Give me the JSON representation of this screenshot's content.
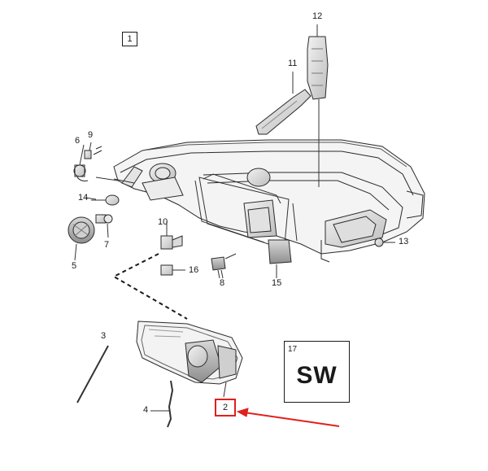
{
  "diagram": {
    "group_label": "1",
    "highlight_color": "#e0201c",
    "sw_box": {
      "number": "17",
      "text": "SW"
    },
    "callouts": [
      "2",
      "3",
      "4",
      "5",
      "6",
      "7",
      "8",
      "9",
      "10",
      "11",
      "12",
      "13",
      "14",
      "15",
      "16"
    ]
  }
}
